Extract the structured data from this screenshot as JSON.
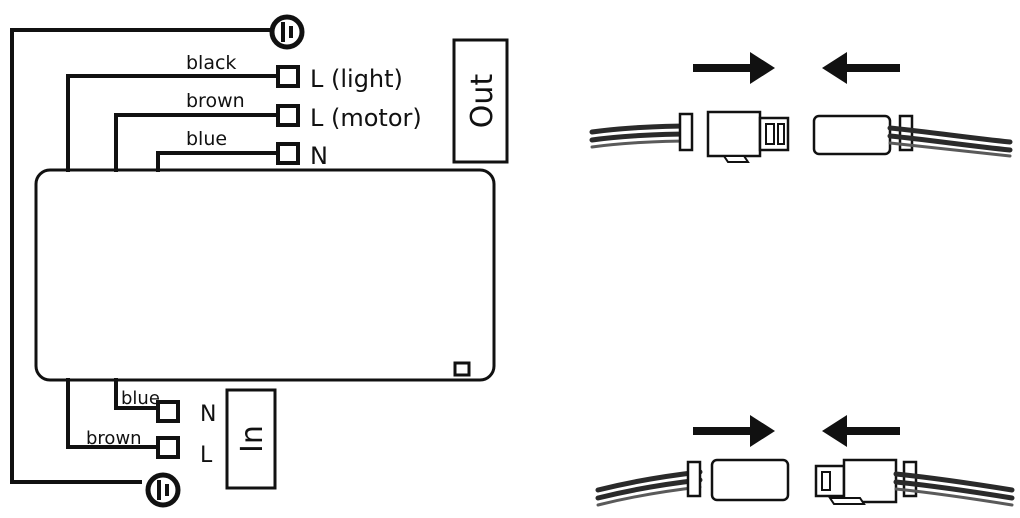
{
  "wiring": {
    "out_label": "Out",
    "in_label": "In",
    "out_terminals": [
      {
        "wire": "black",
        "label": "L (light)"
      },
      {
        "wire": "brown",
        "label": "L (motor)"
      },
      {
        "wire": "blue",
        "label": "N"
      }
    ],
    "in_terminals": [
      {
        "wire": "blue",
        "label": "N"
      },
      {
        "wire": "brown",
        "label": "L"
      }
    ]
  },
  "icons": {
    "earth_top": "earth-symbol",
    "earth_bottom": "earth-symbol",
    "arrow_right": "arrow-right",
    "arrow_left": "arrow-left"
  },
  "colors": {
    "line": "#111111",
    "background": "#ffffff"
  }
}
